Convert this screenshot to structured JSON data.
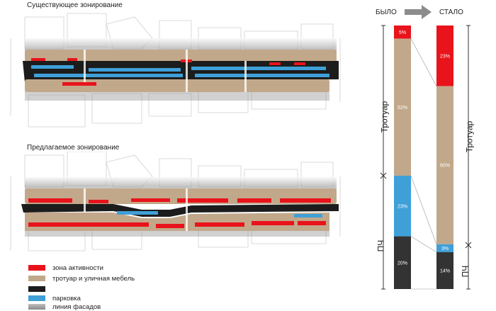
{
  "plans": {
    "existing_title": "Существующее зонирование",
    "proposed_title": "Предлагаемое зонирование"
  },
  "legend": [
    {
      "label": "зона активности",
      "color": "#e8131b"
    },
    {
      "label": "тротуар и уличная мебель",
      "color": "#c2a88a"
    },
    {
      "label": "",
      "color": "#1c1c1c"
    },
    {
      "label": "парковка",
      "color": "#3fa0d8"
    },
    {
      "label": "линия фасадов",
      "color": "#9a9a9a"
    }
  ],
  "comparison": {
    "before_label": "БЫЛО",
    "after_label": "СТАЛО",
    "before": [
      {
        "name": "active",
        "value": 5,
        "label": "5%",
        "color": "#e8131b"
      },
      {
        "name": "sidewalk",
        "value": 52,
        "label": "52%",
        "color": "#c2a88a"
      },
      {
        "name": "parking",
        "value": 23,
        "label": "23%",
        "color": "#3fa0d8"
      },
      {
        "name": "roadway",
        "value": 20,
        "label": "20%",
        "color": "#333333"
      }
    ],
    "after": [
      {
        "name": "active",
        "value": 23,
        "label": "23%",
        "color": "#e8131b"
      },
      {
        "name": "sidewalk",
        "value": 60,
        "label": "60%",
        "color": "#c2a88a"
      },
      {
        "name": "parking",
        "value": 3,
        "label": "3%",
        "color": "#3fa0d8"
      },
      {
        "name": "roadway",
        "value": 14,
        "label": "14%",
        "color": "#333333"
      }
    ],
    "left_top_label": "Тротуар",
    "left_bottom_label": "ПЧ",
    "right_top_label": "Тротуар",
    "right_bottom_label": "ПЧ"
  }
}
